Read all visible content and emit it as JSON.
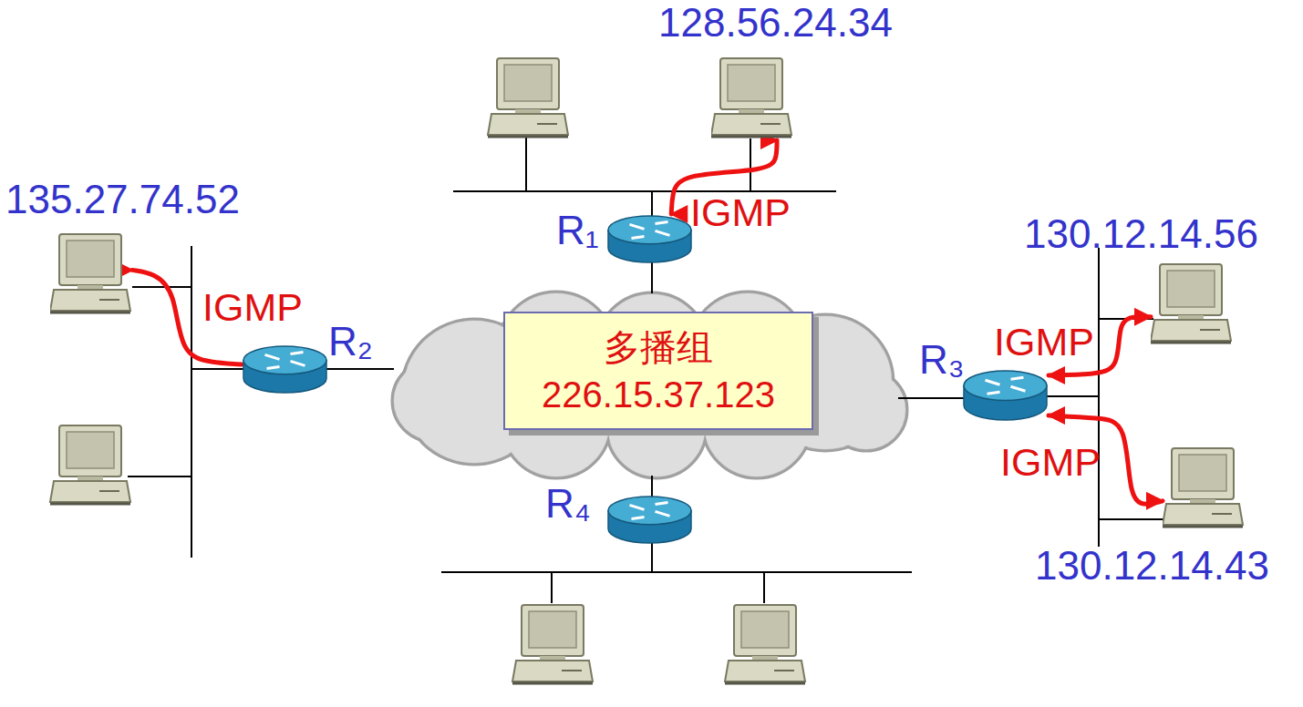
{
  "diagram": {
    "nodes": [
      {
        "text": [
          "128.56.24.34"
        ]
      },
      {
        "text": [
          "R₁"
        ]
      },
      {
        "text": [
          "135.27.74.52"
        ]
      },
      {
        "text": [
          "R₂"
        ]
      },
      {
        "text": [
          "多播组 226.15.37.123"
        ]
      },
      {
        "text": [
          "R₃"
        ]
      },
      {
        "text": [
          "130.12.14.56"
        ]
      },
      {
        "text": [
          "R₄"
        ]
      },
      {
        "text": [
          "130.12.14.43"
        ]
      }
    ],
    "edges": [
      {
        "from": 1,
        "to": 0,
        "label": "IGMP",
        "arrow": "both"
      },
      {
        "from": 3,
        "to": 2,
        "label": "IGMP",
        "arrow": "both"
      },
      {
        "from": 5,
        "to": 6,
        "label": "IGMP",
        "arrow": "both"
      },
      {
        "from": 5,
        "to": 8,
        "label": "IGMP",
        "arrow": "both"
      }
    ]
  }
}
